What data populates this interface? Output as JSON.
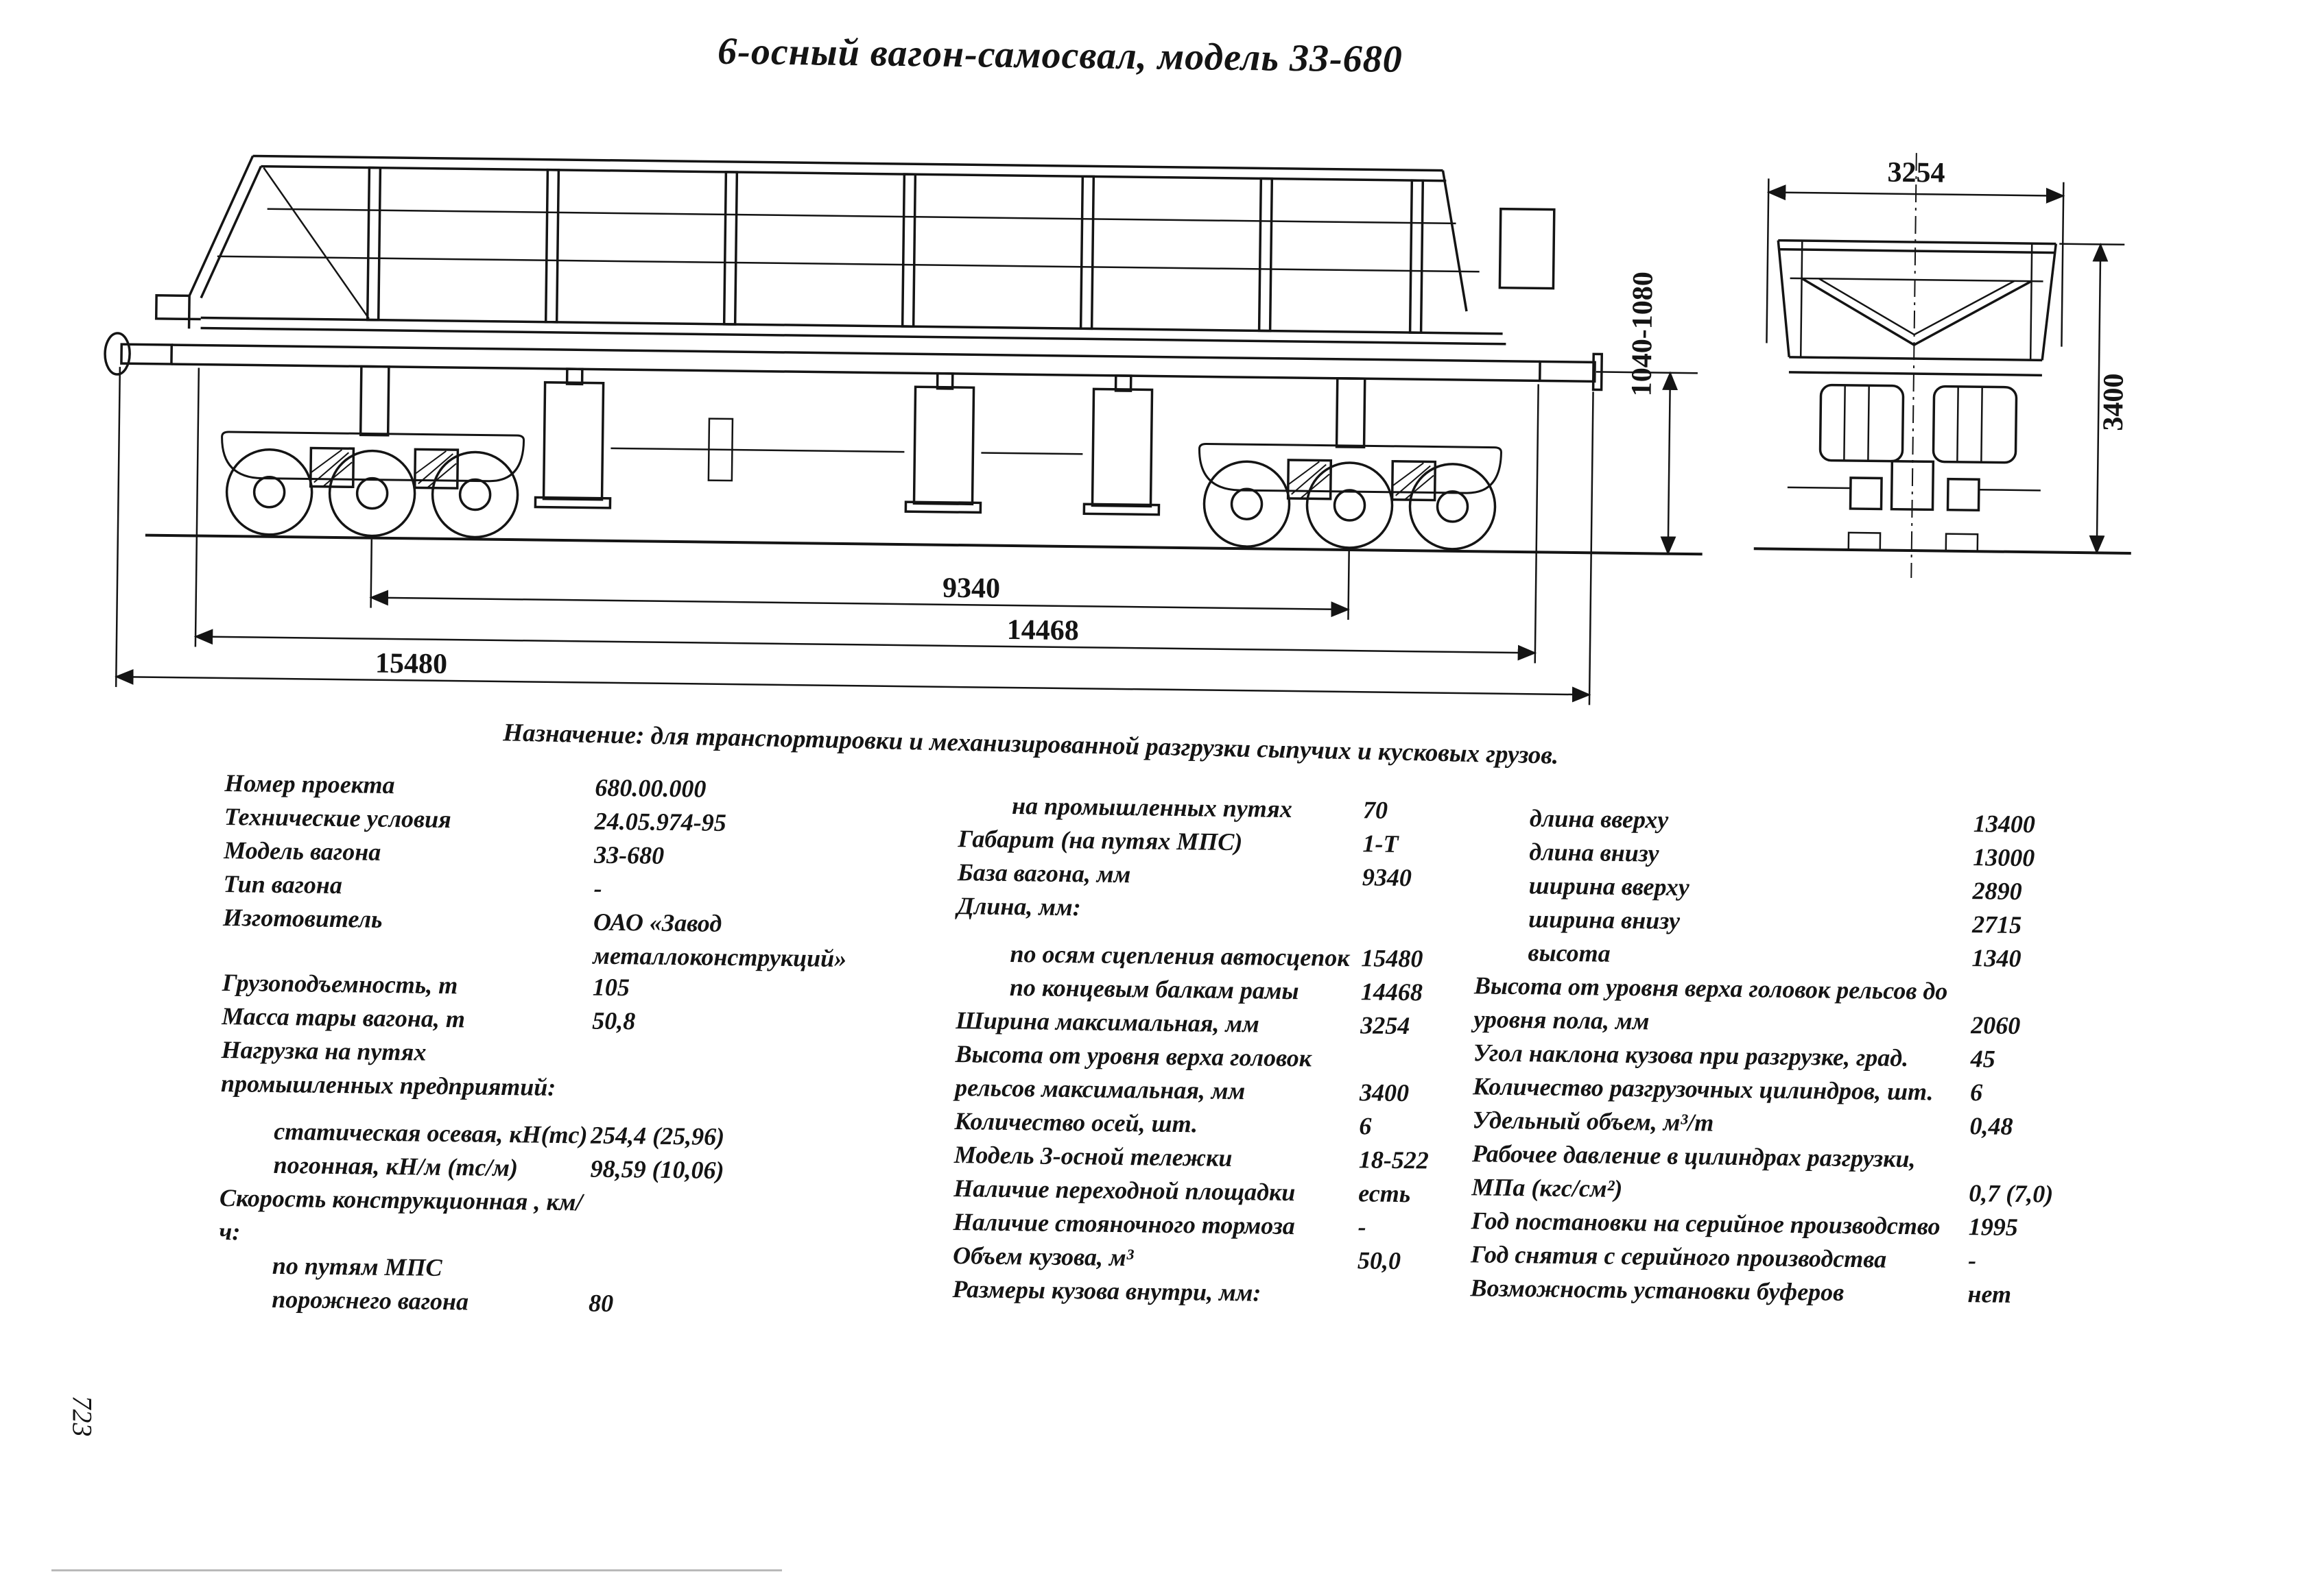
{
  "page": {
    "title": "6-осный вагон-самосвал, модель 33-680",
    "purpose": "Назначение: для транспортировки и механизированной разгрузки сыпучих и кусковых грузов.",
    "page_number": "723"
  },
  "drawing": {
    "side_view": {
      "dims": {
        "base": "9340",
        "frame_length": "14468",
        "coupler_length": "15480",
        "coupler_height": "1040-1080"
      }
    },
    "end_view": {
      "dims": {
        "width": "3254",
        "height": "3400"
      }
    }
  },
  "specs": {
    "col1": [
      {
        "label": "Номер проекта",
        "value": "680.00.000"
      },
      {
        "label": "Технические условия",
        "value": "24.05.974-95"
      },
      {
        "label": "Модель вагона",
        "value": "33-680"
      },
      {
        "label": "Тип вагона",
        "value": "-"
      },
      {
        "label": "Изготовитель",
        "value": "ОАО «Завод металлоконструкций»"
      },
      {
        "label": "Грузоподъемность, т",
        "value": "105"
      },
      {
        "label": "Масса тары вагона, т",
        "value": "50,8"
      },
      {
        "label": "Нагрузка на путях промышленных предприятий:",
        "value": ""
      },
      {
        "label": "статическая осевая, кН(тс)",
        "value": "254,4 (25,96)"
      },
      {
        "label": "погонная, кН/м (тс/м)",
        "value": "98,59 (10,06)"
      },
      {
        "label": "Скорость конструкционная , км/ч:",
        "value": ""
      },
      {
        "label": "по путям МПС порожнего вагона",
        "value": "80"
      }
    ],
    "col2": [
      {
        "label": "на промышленных путях",
        "value": "70"
      },
      {
        "label": "Габарит (на путях МПС)",
        "value": "1-Т"
      },
      {
        "label": "База вагона, мм",
        "value": "9340"
      },
      {
        "label": "Длина, мм:",
        "value": ""
      },
      {
        "label": "по осям сцепления автосцепок",
        "value": "15480"
      },
      {
        "label": "по концевым балкам рамы",
        "value": "14468"
      },
      {
        "label": "Ширина максимальная, мм",
        "value": "3254"
      },
      {
        "label": "Высота от уровня верха головок рельсов максимальная, мм",
        "value": "3400"
      },
      {
        "label": "Количество осей, шт.",
        "value": "6"
      },
      {
        "label": "Модель 3-осной тележки",
        "value": "18-522"
      },
      {
        "label": "Наличие переходной площадки",
        "value": "есть"
      },
      {
        "label": "Наличие стояночного тормоза",
        "value": "-"
      },
      {
        "label": "Объем кузова, м³",
        "value": "50,0"
      },
      {
        "label": "Размеры кузова внутри, мм:",
        "value": ""
      }
    ],
    "col3": [
      {
        "label": "длина вверху",
        "value": "13400"
      },
      {
        "label": "длина внизу",
        "value": "13000"
      },
      {
        "label": "ширина вверху",
        "value": "2890"
      },
      {
        "label": "ширина внизу",
        "value": "2715"
      },
      {
        "label": "высота",
        "value": "1340"
      },
      {
        "label": "Высота от уровня верха головок рельсов до уровня пола, мм",
        "value": "2060"
      },
      {
        "label": "Угол наклона кузова при разгрузке, град.",
        "value": "45"
      },
      {
        "label": "Количество разгрузочных цилиндров, шт.",
        "value": "6"
      },
      {
        "label": "Удельный объем, м³/т",
        "value": "0,48"
      },
      {
        "label": "Рабочее давление в цилиндрах разгрузки, МПа (кгс/см²)",
        "value": "0,7 (7,0)"
      },
      {
        "label": "Год постановки на серийное производство",
        "value": "1995"
      },
      {
        "label": "Год снятия с серийного производства",
        "value": "-"
      },
      {
        "label": "Возможность установки буферов",
        "value": "нет"
      }
    ]
  }
}
